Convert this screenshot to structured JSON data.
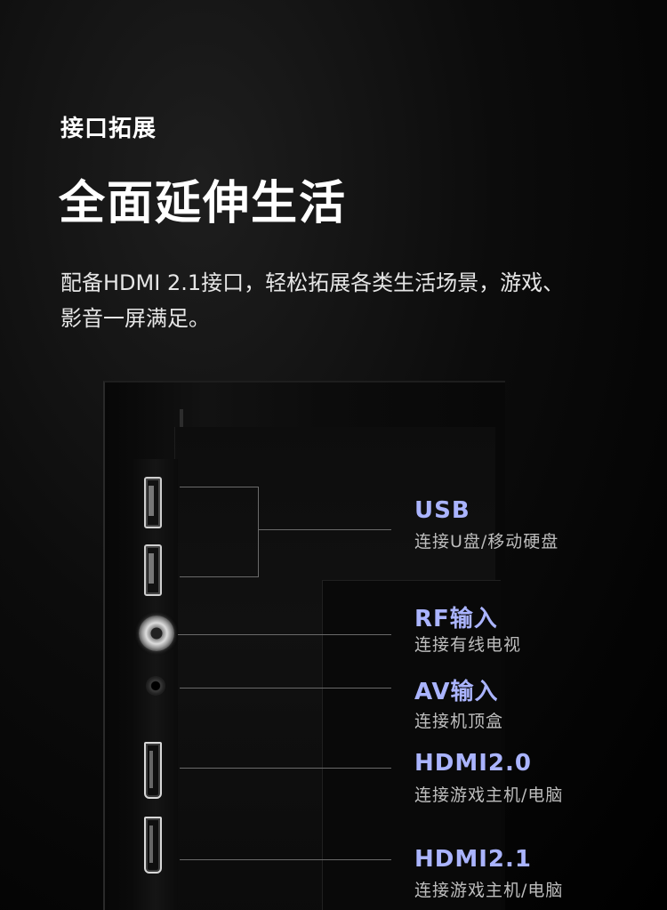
{
  "header": {
    "eyebrow": "接口拓展",
    "headline": "全面延伸生活",
    "description_line1": "配备HDMI 2.1接口，轻松拓展各类生活场景，游戏、",
    "description_line2": "影音一屏满足。"
  },
  "ports": [
    {
      "title": "USB",
      "subtitle": "连接U盘/移动硬盘"
    },
    {
      "title": "RF输入",
      "subtitle": "连接有线电视"
    },
    {
      "title": "AV输入",
      "subtitle": "连接机顶盒"
    },
    {
      "title": "HDMI2.0",
      "subtitle": "连接游戏主机/电脑"
    },
    {
      "title": "HDMI2.1",
      "subtitle": "连接游戏主机/电脑"
    }
  ],
  "colors": {
    "accent": "#aab4ff",
    "background": "#000000",
    "text": "#ffffff",
    "subtext": "#bdbdbd"
  }
}
